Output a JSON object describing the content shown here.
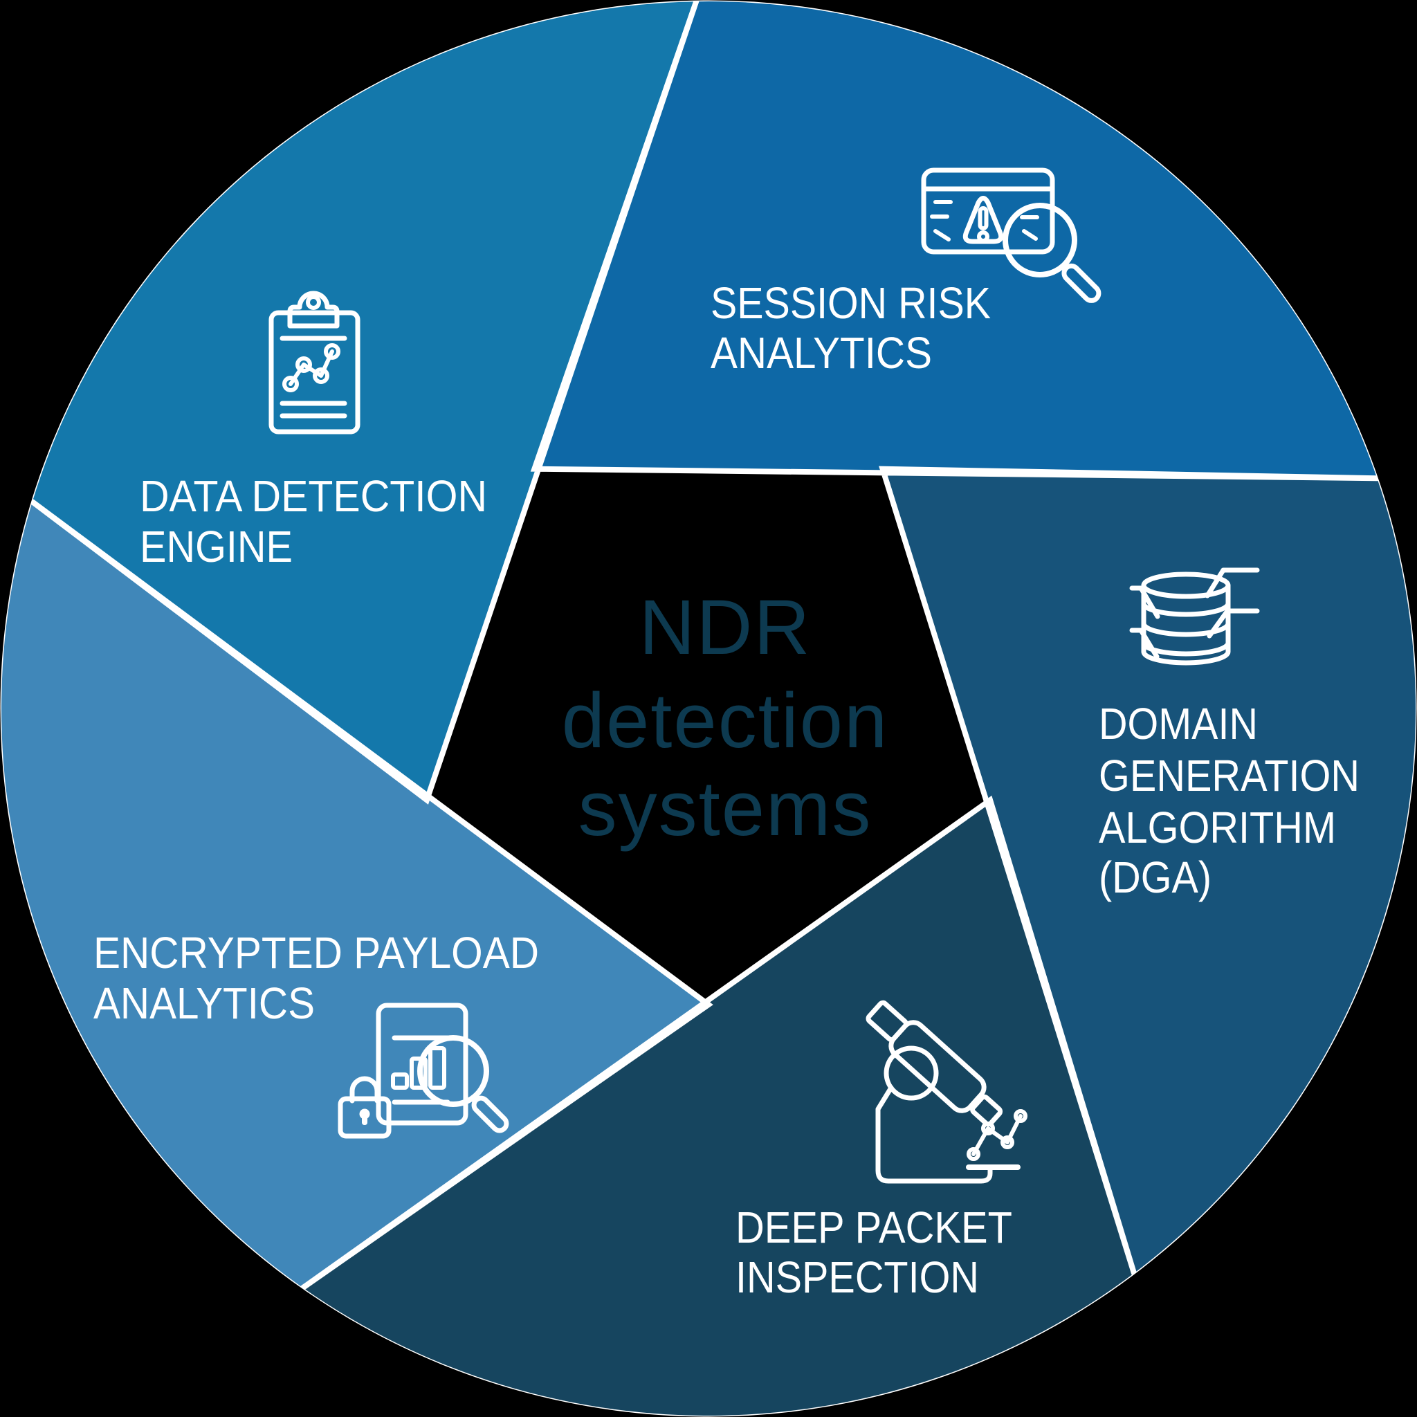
{
  "background_color": "#000000",
  "divider_color": "#ffffff",
  "label_text_color": "#ffffff",
  "center": {
    "title_lines": [
      "NDR",
      "detection",
      "systems"
    ],
    "text_color": "#0d3a50"
  },
  "segments": [
    {
      "name": "Session Risk Analytics",
      "label_lines": [
        "SESSION RISK",
        "ANALYTICS"
      ],
      "color": "#0e68a6",
      "icon": "alert-window-magnifier-icon"
    },
    {
      "name": "Domain Generation Algorithm (DGA)",
      "label_lines": [
        "DOMAIN",
        "GENERATION",
        "ALGORITHM",
        "(DGA)"
      ],
      "color": "#17537a",
      "icon": "database-icon"
    },
    {
      "name": "Deep Packet Inspection",
      "label_lines": [
        "DEEP PACKET",
        "INSPECTION"
      ],
      "color": "#16455f",
      "icon": "microscope-chart-icon"
    },
    {
      "name": "Encrypted Payload Analytics",
      "label_lines": [
        "ENCRYPTED PAYLOAD",
        "ANALYTICS"
      ],
      "color": "#4087b9",
      "icon": "document-lock-magnifier-icon"
    },
    {
      "name": "Data Detection Engine",
      "label_lines": [
        "DATA DETECTION",
        "ENGINE"
      ],
      "color": "#1478ab",
      "icon": "clipboard-chart-icon"
    }
  ]
}
